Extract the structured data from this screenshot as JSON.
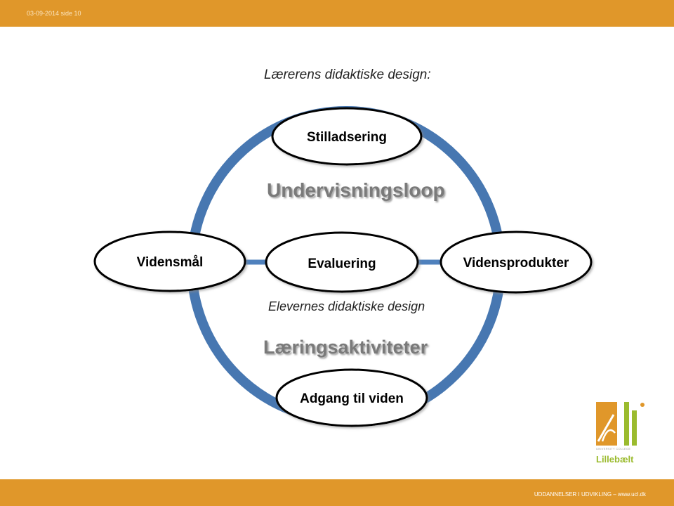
{
  "header": {
    "slide_meta": "03-09-2014  side 10"
  },
  "footer": {
    "text": "UDDANNELSER I UDVIKLING – www.ucl.dk"
  },
  "diagram": {
    "top_caption": "Lærerens didaktiske design:",
    "loop_label": "Undervisningsloop",
    "middle_caption": "Elevernes didaktiske design",
    "activities_label": "Læringsaktiviteter",
    "nodes": {
      "top": "Stilladsering",
      "left": "Vidensmål",
      "center": "Evaluering",
      "right": "Vidensprodukter",
      "bottom": "Adgang til viden"
    }
  },
  "logo": {
    "name": "Lillebælt",
    "sub": "UNIVERSITY COLLEGE"
  },
  "colors": {
    "bar": "#e0972a",
    "ring": "#4f81bd",
    "logo_green": "#9bbb2e",
    "logo_orange": "#e0972a"
  }
}
